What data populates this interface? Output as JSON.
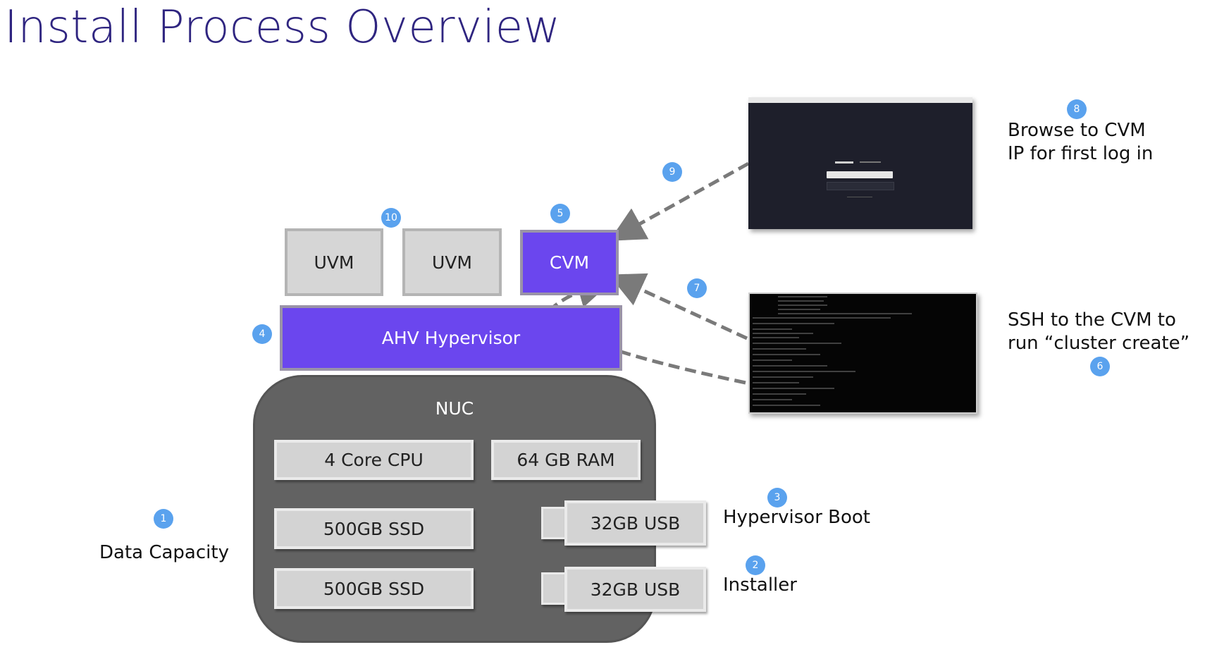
{
  "title": "Install Process Overview",
  "vms": {
    "uvm1": "UVM",
    "uvm2": "UVM",
    "cvm": "CVM"
  },
  "hypervisor": "AHV Hypervisor",
  "nuc": {
    "label": "NUC",
    "cpu": "4 Core CPU",
    "ram": "64 GB RAM",
    "ssd1": "500GB SSD",
    "ssd2": "500GB SSD",
    "usb1": "32GB USB",
    "usb2": "32GB USB"
  },
  "labels": {
    "data_capacity": "Data Capacity",
    "hypervisor_boot": "Hypervisor Boot",
    "installer": "Installer",
    "browse_line1": "Browse to CVM",
    "browse_line2": "IP for first log in",
    "ssh_line1": "SSH to the CVM to",
    "ssh_line2": "run “cluster create”"
  },
  "badges": {
    "b1": "1",
    "b2": "2",
    "b3": "3",
    "b4": "4",
    "b5": "5",
    "b6": "6",
    "b7": "7",
    "b8": "8",
    "b9": "9",
    "b10": "10"
  },
  "colors": {
    "title": "#2f2580",
    "accent_purple": "#6b46ee",
    "badge_blue": "#5aa2ee",
    "nuc_grey": "#626262",
    "arrow_grey": "#7a7a7a"
  }
}
